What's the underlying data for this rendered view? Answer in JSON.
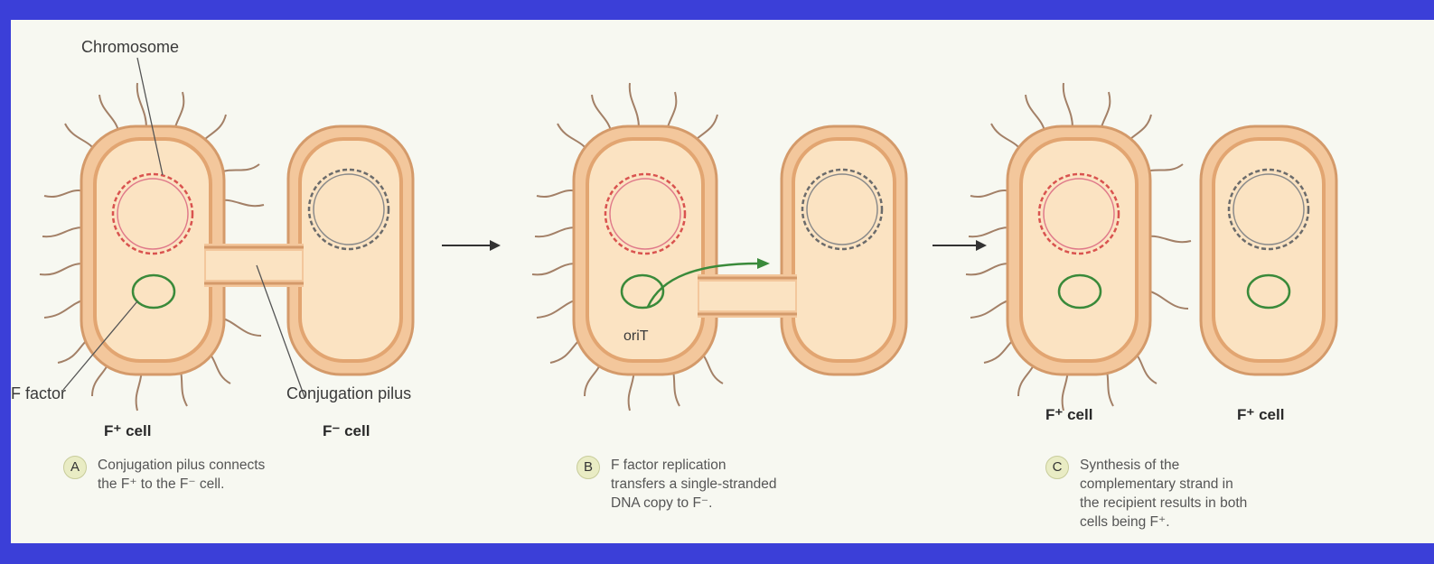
{
  "labels": {
    "chromosome": "Chromosome",
    "f_factor": "F factor",
    "conjugation_pilus": "Conjugation pilus",
    "orit": "oriT"
  },
  "panels": [
    {
      "letter": "A",
      "caption_lines": [
        "Conjugation pilus connects",
        "the F⁺ to the F⁻ cell."
      ],
      "cell_labels": [
        "F⁺ cell",
        "F⁻ cell"
      ]
    },
    {
      "letter": "B",
      "caption_lines": [
        "F factor replication",
        "transfers a single-stranded",
        "DNA copy to F⁻."
      ],
      "cell_labels": []
    },
    {
      "letter": "C",
      "caption_lines": [
        "Synthesis of the",
        "complementary strand in",
        "the recipient results in both",
        "cells being F⁺."
      ],
      "cell_labels": [
        "F⁺ cell",
        "F⁺ cell"
      ]
    }
  ],
  "colors": {
    "background": "#3b3fd8",
    "cell_fill": "#fbe3c2",
    "cell_wall": "#e2a571",
    "chromosome_donor": "#d9534f",
    "chromosome_recipient": "#6b6b6b",
    "f_factor": "#3a8a3a"
  }
}
